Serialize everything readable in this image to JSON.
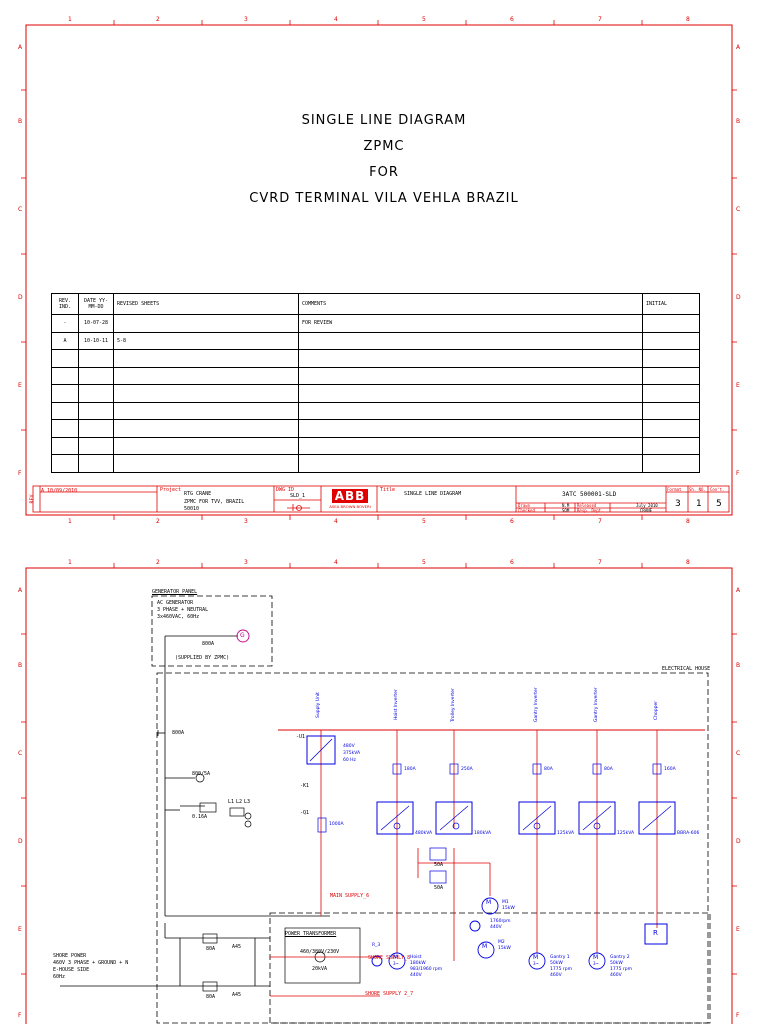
{
  "sheet1": {
    "col_numbers": [
      "1",
      "2",
      "3",
      "4",
      "5",
      "6",
      "7",
      "8"
    ],
    "row_letters": [
      "A",
      "B",
      "C",
      "D",
      "E",
      "F"
    ],
    "title_lines": [
      "SINGLE LINE DIAGRAM",
      "ZPMC",
      "FOR",
      "CVRD TERMINAL VILA VEHLA BRAZIL"
    ],
    "revision_table": {
      "headers": [
        "REV. IND.",
        "DATE YY-MM-DD",
        "REVISED SHEETS",
        "COMMENTS",
        "INITIAL"
      ],
      "rows": [
        [
          "-",
          "10-07-28",
          "",
          "FOR REVIEW",
          ""
        ],
        [
          "A",
          "10-10-11",
          "5-8",
          "",
          ""
        ],
        [
          "",
          "",
          "",
          "",
          ""
        ],
        [
          "",
          "",
          "",
          "",
          ""
        ],
        [
          "",
          "",
          "",
          "",
          ""
        ],
        [
          "",
          "",
          "",
          "",
          ""
        ],
        [
          "",
          "",
          "",
          "",
          ""
        ],
        [
          "",
          "",
          "",
          "",
          ""
        ],
        [
          "",
          "",
          "",
          "",
          ""
        ]
      ]
    },
    "title_block": {
      "rev_entry": "A 10/09/2010",
      "side_label": "REV",
      "project_label": "Project",
      "project_lines": [
        "RTG CRANE",
        "ZPMC FOR TVV, BRAZIL",
        "50010"
      ],
      "dwg_label": "DWG ID",
      "dwg_id": "SLD_1",
      "company": "ABB",
      "company_sub": "ASEA BROWN BOVERI",
      "title_label": "Title",
      "title": "SINGLE LINE DIAGRAM",
      "doc_no": "3ATC 500001-SLD",
      "drawn_label": "Drawn",
      "drawn_value": "N.M",
      "released_label": "Released",
      "released_value": "July 2010",
      "checked_label": "Checked",
      "checked_value": "SOM",
      "resp_label": "Resp. Dept.",
      "resp_value": "CRANE",
      "format_label": "Format",
      "format_value": "3",
      "sh_label": "Sh. NO.",
      "sh_value": "1",
      "cont_label": "Con't.",
      "cont_value": "5"
    }
  },
  "sheet2": {
    "generator_panel": {
      "title": "GENERATOR PANEL",
      "lines": [
        "AC GENERATOR",
        "3 PHASE + NEUTRAL",
        "3x460VAC, 60Hz"
      ],
      "breaker": "800A",
      "note": "(SUPPLIED BY ZPMC)",
      "symbol": "G"
    },
    "electrical_house": "ELECTRICAL HOUSE",
    "feeders": [
      "Supply Unit",
      "Hoist Inverter",
      "Trolley Inverter",
      "Gantry Inverter",
      "Gantry Inverter",
      "Chopper"
    ],
    "u1": {
      "tag": "-U1",
      "rating_lines": [
        "480V",
        "375kVA",
        "60 Hz"
      ]
    },
    "k1": "-K1",
    "q1": "-Q1",
    "q1_rating": "1000A",
    "breaker_ratings": [
      "180A",
      "250A",
      "80A",
      "80A",
      "160A"
    ],
    "inverter_ratings": [
      "480kVA",
      "180kVA",
      "125kVA",
      "125kVA",
      "BBRA-606"
    ],
    "fuse_50a": "50A",
    "ct_label": "800/5A",
    "meter_label": "0.16A",
    "phases": [
      "L1",
      "L2",
      "L3"
    ],
    "main_supply": "MAIN SUPPLY",
    "main_supply_ref": "6",
    "shore_supply": "SHORE SUPPLY",
    "shore_supply_ref": "8",
    "shore_supply_2": "SHORE SUPPLY 2",
    "shore_supply_2_ref": "7",
    "circuit_800a": "800A",
    "shore_power": [
      "SHORE POWER",
      "460V 3 PHASE + GROUND + N",
      "E-HOUSE SIDE",
      "60Hz"
    ],
    "breakers_80a": [
      "80A",
      "80A"
    ],
    "isolators": [
      "A45",
      "A45"
    ],
    "transformer": {
      "title": "POWER TRANSFORMER",
      "ratio": "460/380V/230V",
      "kva": "20kVA"
    },
    "motors": [
      {
        "name": "Hoist",
        "lines": [
          "180kW",
          "983/1960 rpm",
          "440V"
        ]
      },
      {
        "name": "M1",
        "lines": [
          "15kW",
          "1760rpm",
          "440V"
        ]
      },
      {
        "name": "M2",
        "lines": [
          "15kW"
        ]
      },
      {
        "name": "Gantry 1",
        "lines": [
          "50kW",
          "1775 rpm",
          "460V"
        ]
      },
      {
        "name": "Gantry 2",
        "lines": [
          "50kW",
          "1775 rpm",
          "460V"
        ]
      }
    ],
    "motor_symbol": "M",
    "motor_sub": "3~",
    "resistor": "R",
    "small_label": "R_3"
  }
}
